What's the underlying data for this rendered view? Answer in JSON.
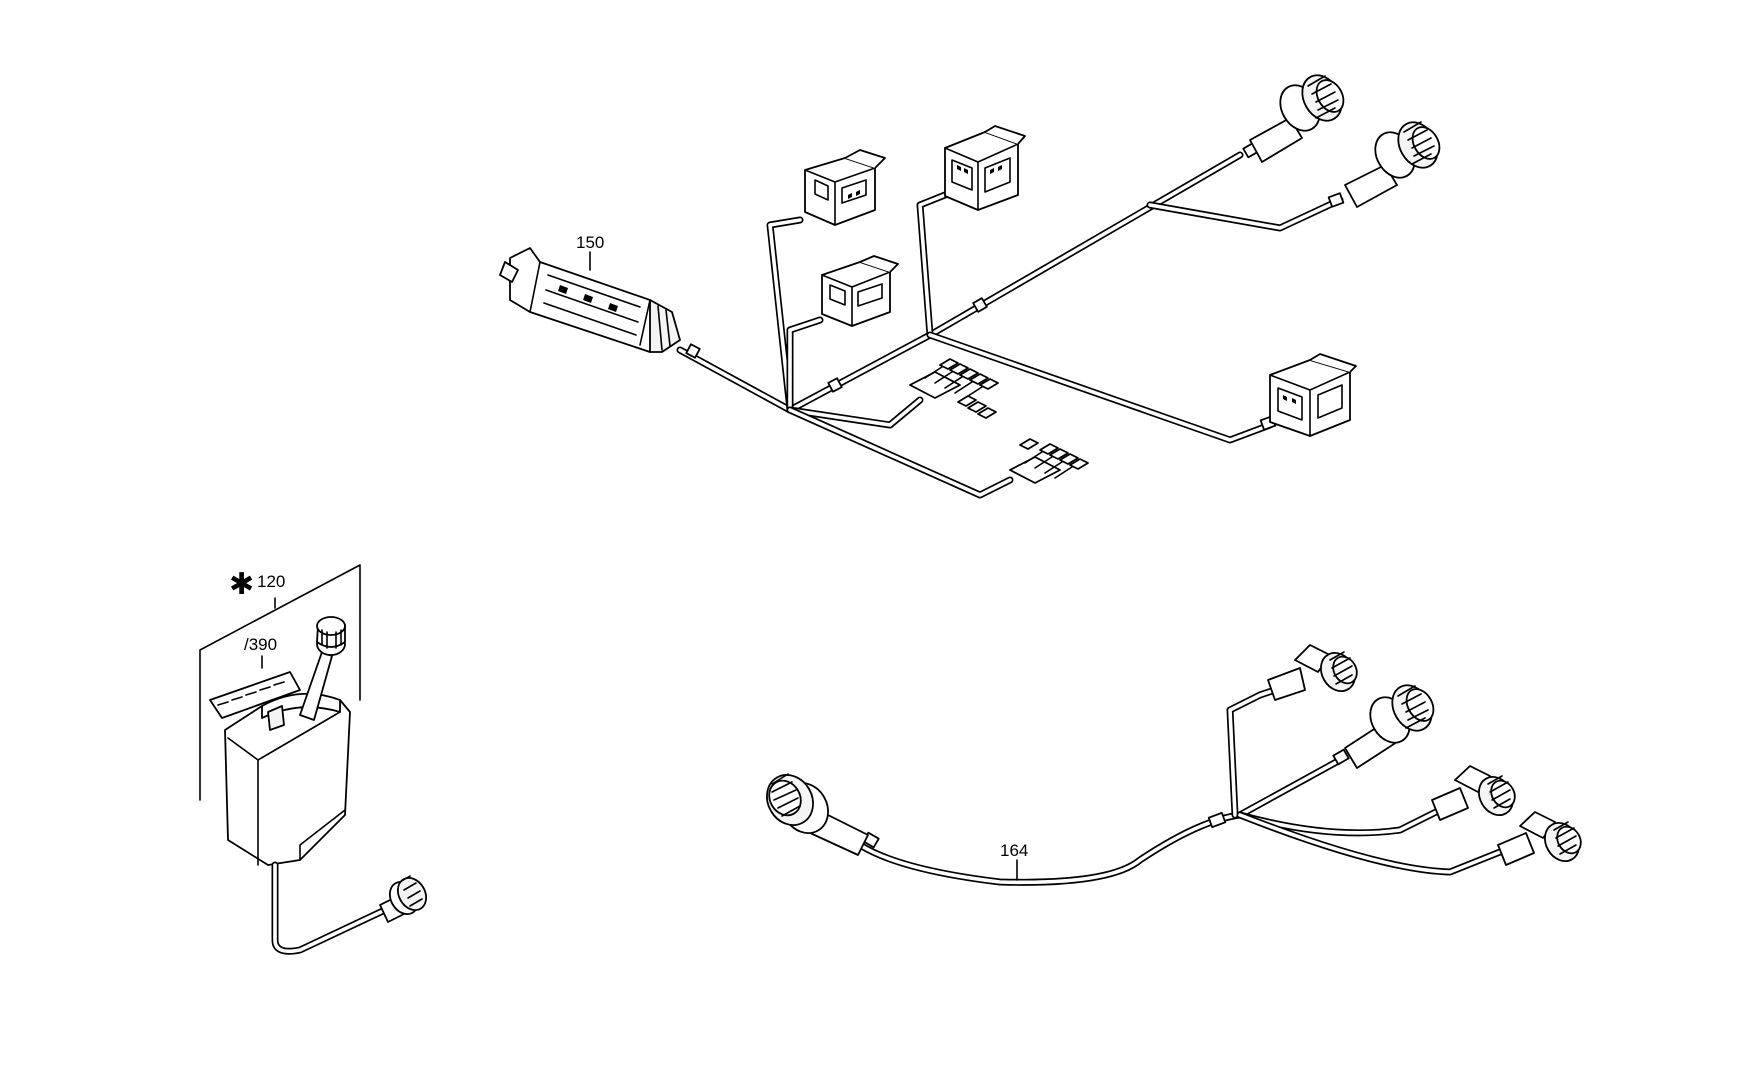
{
  "labels": {
    "harness_main": "150",
    "harness_lower": "164",
    "switch_assembly": "120",
    "switch_assembly_marker": "✱",
    "switch_sub": "/390"
  }
}
